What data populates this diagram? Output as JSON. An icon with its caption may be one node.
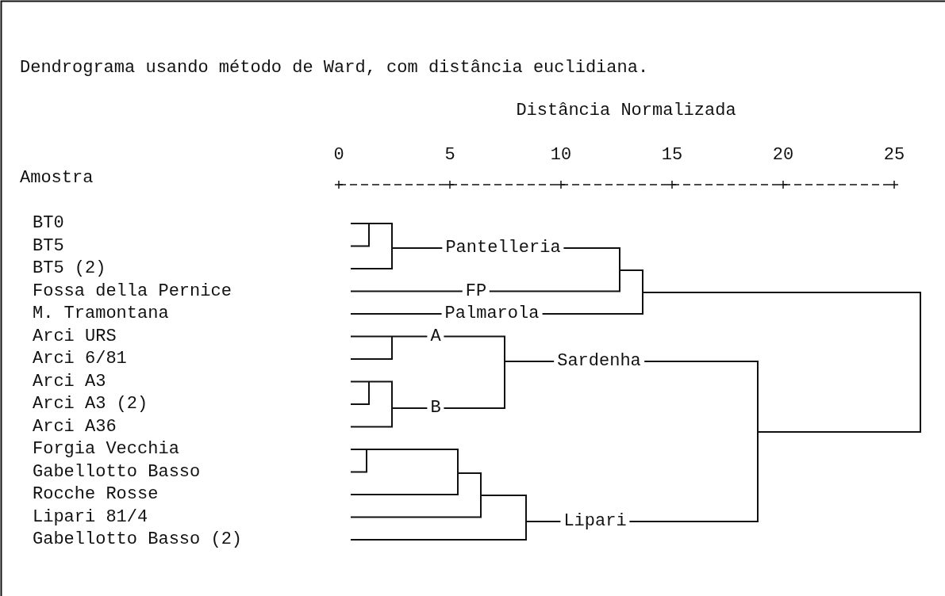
{
  "diagram": {
    "title": "Dendrograma usando método de Ward, com distância euclidiana.",
    "labels": [
      "Distância Normalizada",
      "0",
      "5",
      "10",
      "15",
      "20",
      "25",
      "Amostra",
      "BT0",
      "BT5",
      "BT5 (2)",
      "Fossa della Pernice",
      "M. Tramontana",
      "Arci URS",
      "Arci 6/81",
      "Arci A3",
      "Arci A3 (2)",
      "Arci A36",
      "Forgia Vecchia",
      "Gabellotto Basso",
      "Rocche Rosse",
      "Lipari 81/4",
      "Gabellotto Basso (2)",
      "Pantelleria",
      "FP",
      "Palmarola",
      "A",
      "Sardenha",
      "B",
      "Lipari"
    ]
  }
}
